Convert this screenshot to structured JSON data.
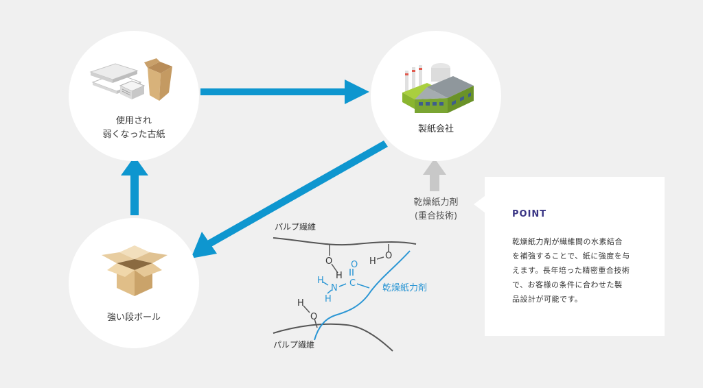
{
  "nodes": {
    "used_paper": {
      "label_line1": "使用され",
      "label_line2": "弱くなった古紙"
    },
    "paper_company": {
      "label": "製紙会社"
    },
    "strong_box": {
      "label": "強い段ボール"
    }
  },
  "agent": {
    "line1": "乾燥紙力剤",
    "line2": "(重合技術)"
  },
  "molecule": {
    "pulp_top": "パルプ繊維",
    "pulp_bottom": "パルプ繊維",
    "agent_label": "乾燥紙力剤",
    "atoms": {
      "o": "O",
      "h": "H",
      "n": "N",
      "c": "C"
    }
  },
  "point": {
    "title": "POINT",
    "lines": [
      "乾燥紙力剤が繊維間の水素結合",
      "を補強することで、紙に強度を与",
      "えます。長年培った精密重合技術",
      "で、お客様の条件に合わせた製",
      "品設計が可能です。"
    ]
  },
  "colors": {
    "arrow_blue": "#0e96cf",
    "arrow_gray": "#c8c8c8",
    "point_title": "#3a3585",
    "molecule_blue": "#2b96d4"
  }
}
